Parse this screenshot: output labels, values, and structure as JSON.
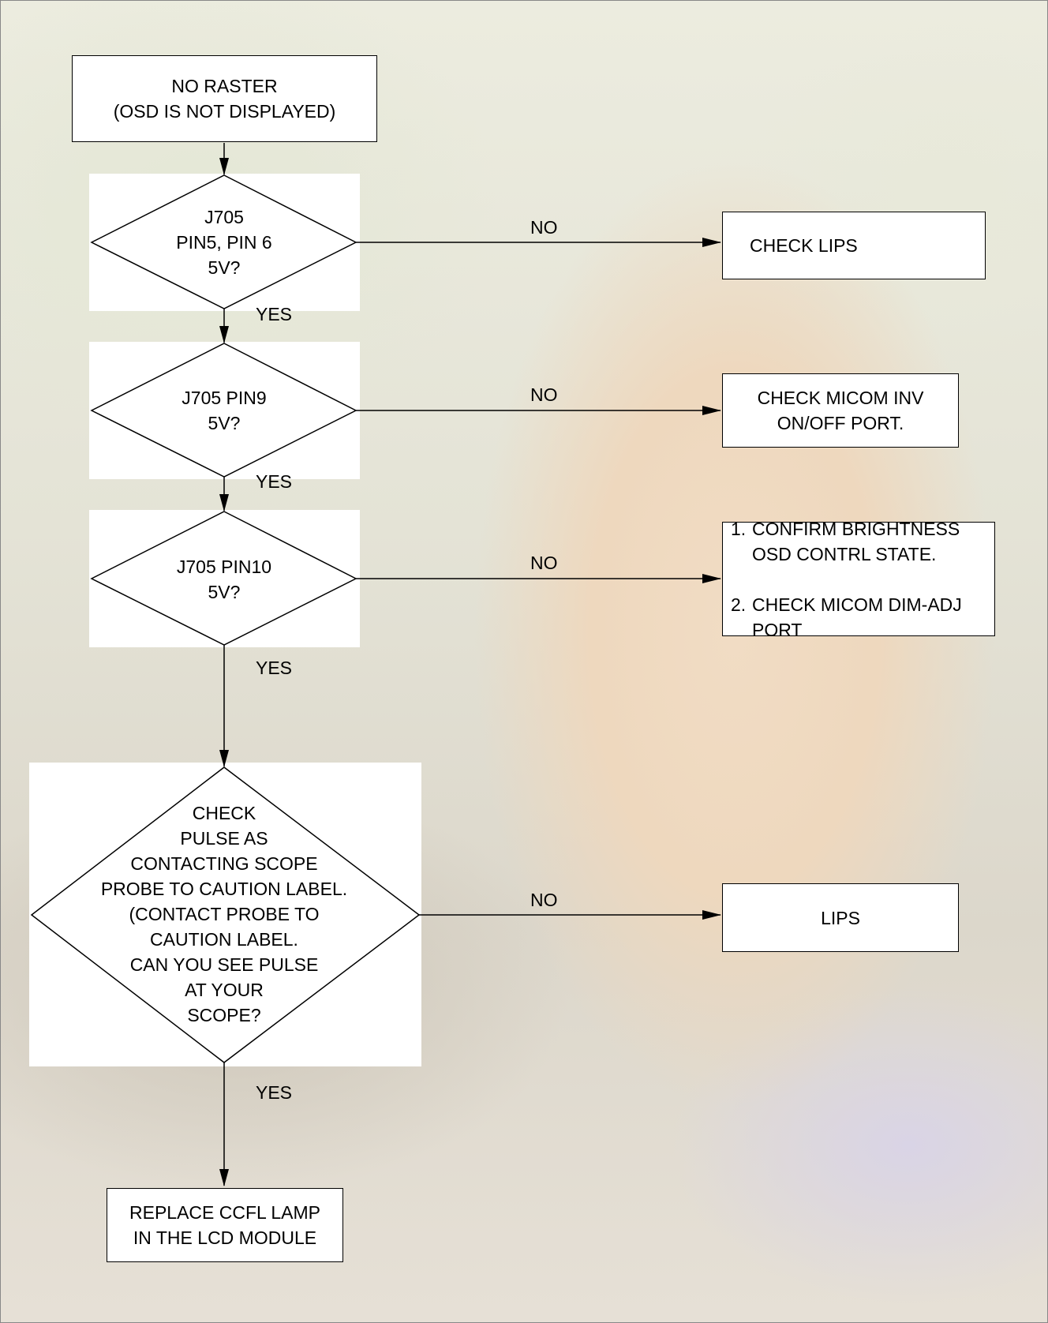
{
  "start": {
    "line1": "NO RASTER",
    "line2": "(OSD IS NOT DISPLAYED)"
  },
  "decisions": [
    {
      "text": "J705\nPIN5, PIN 6\n5V?",
      "no": "NO",
      "yes": "YES"
    },
    {
      "text": "J705 PIN9\n5V?",
      "no": "NO",
      "yes": "YES"
    },
    {
      "text": "J705 PIN10\n5V?",
      "no": "NO",
      "yes": "YES"
    },
    {
      "text": "CHECK\nPULSE AS\nCONTACTING SCOPE\nPROBE TO CAUTION LABEL.\n(CONTACT PROBE TO\nCAUTION LABEL.\nCAN YOU SEE PULSE\nAT YOUR\nSCOPE?",
      "no": "NO",
      "yes": "YES"
    }
  ],
  "actions": {
    "check_lips": "CHECK LIPS",
    "check_micom_inv": "CHECK MICOM INV\nON/OFF PORT.",
    "brightness_list": [
      {
        "num": "1.",
        "text": "CONFIRM BRIGHTNESS\nOSD CONTRL STATE."
      },
      {
        "num": "2.",
        "text": "CHECK MICOM DIM-ADJ\nPORT"
      }
    ],
    "lips": "LIPS"
  },
  "end": {
    "line1": "REPLACE CCFL LAMP",
    "line2": "IN THE LCD MODULE"
  }
}
